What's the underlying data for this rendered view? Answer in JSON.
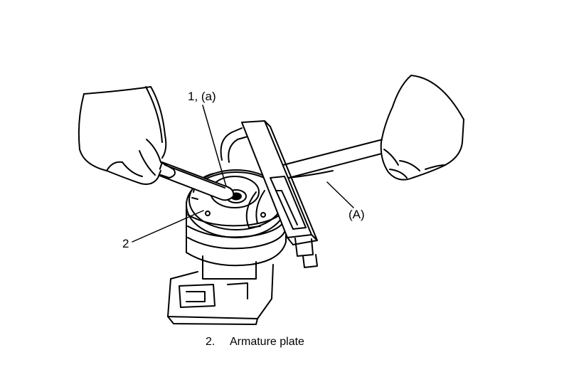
{
  "callouts": {
    "bolt": "1, (a)",
    "tool": "(A)",
    "armature": "2"
  },
  "caption": {
    "number": "2.",
    "text": "Armature plate"
  }
}
